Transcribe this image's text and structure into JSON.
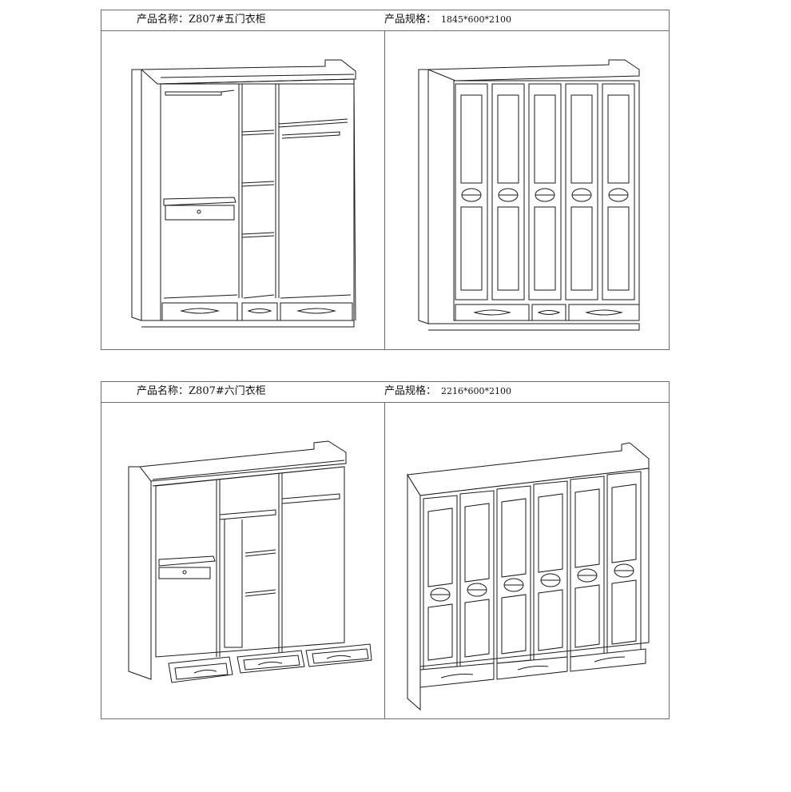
{
  "sheets": [
    {
      "name_label": "产品名称：",
      "name_value": "Z807#五门衣柜",
      "spec_label": "产品规格：",
      "spec_value": "1845*600*2100",
      "open_view": "five-door-wardrobe-open-interior",
      "closed_view": "five-door-wardrobe-closed-front"
    },
    {
      "name_label": "产品名称：",
      "name_value": "Z807#六门衣柜",
      "spec_label": "产品规格：",
      "spec_value": "2216*600*2100",
      "open_view": "six-door-wardrobe-open-interior",
      "closed_view": "six-door-wardrobe-closed-front"
    }
  ],
  "line_color": "#1a1a1a"
}
